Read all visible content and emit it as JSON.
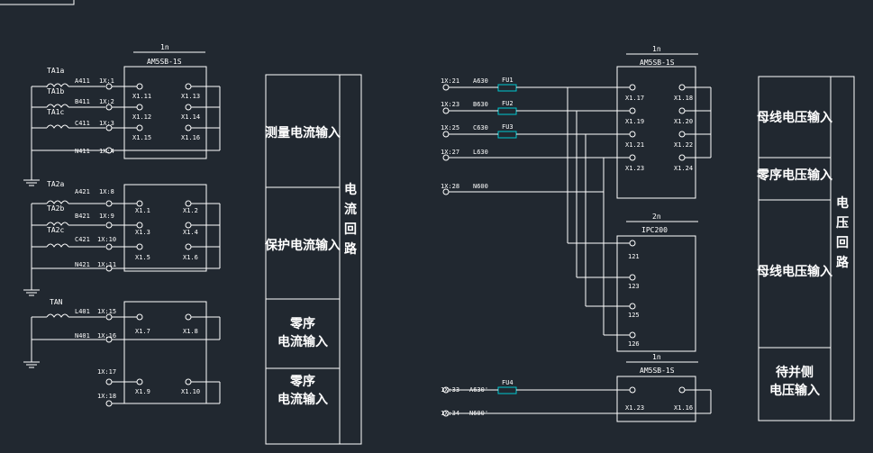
{
  "colors": {
    "background": "#212830",
    "line": "#ffffff",
    "fuse": "#00c8d0"
  },
  "left": {
    "device": {
      "number": "1n",
      "model": "AM5SB-1S"
    },
    "ct_labels": [
      "TA1a",
      "TA1b",
      "TA1c",
      "TA2a",
      "TA2b",
      "TA2c",
      "TAN"
    ],
    "wires": [
      "A411",
      "B411",
      "C411",
      "N411",
      "A421",
      "B421",
      "C421",
      "N421",
      "L401",
      "N401"
    ],
    "terminals": [
      "1X:1",
      "1X:2",
      "1X:3",
      "1X:4",
      "1X:8",
      "1X:9",
      "1X:10",
      "1X:11",
      "1X:15",
      "1X:16",
      "1X:17",
      "1X:18"
    ],
    "pins_left": [
      "X1.11",
      "X1.12",
      "X1.15",
      "X1.1",
      "X1.3",
      "X1.5",
      "X1.7",
      "X1.9"
    ],
    "pins_right": [
      "X1.13",
      "X1.14",
      "X1.16",
      "X1.2",
      "X1.4",
      "X1.6",
      "X1.8",
      "X1.10"
    ]
  },
  "left_table": {
    "side_title": "电流回路",
    "rows": [
      "测量电流输入",
      "保护电流输入",
      "零序\n电流输入",
      "零序\n电流输入"
    ]
  },
  "right": {
    "device1": {
      "number": "1n",
      "model": "AM5SB-1S"
    },
    "device2": {
      "number": "2n",
      "model": "IPC200"
    },
    "device3": {
      "number": "1n",
      "model": "AM5SB-1S"
    },
    "terminals": [
      "1X:21",
      "1X:23",
      "1X:25",
      "1X:27",
      "1X:28",
      "1X:33",
      "1X:34"
    ],
    "wires": [
      "A630",
      "B630",
      "C630",
      "L630",
      "N600",
      "A630'",
      "N600'"
    ],
    "fuses": [
      "FU1",
      "FU2",
      "FU3",
      "FU4"
    ],
    "pins_left": [
      "X1.17",
      "X1.19",
      "X1.21",
      "X1.23",
      "X1.23"
    ],
    "pins_right": [
      "X1.18",
      "X1.20",
      "X1.22",
      "X1.24",
      "X1.16"
    ],
    "ipc_pins": [
      "121",
      "123",
      "125",
      "126"
    ]
  },
  "right_table": {
    "side_title": "电压回路",
    "rows": [
      "母线电压输入",
      "零序电压输入",
      "母线电压输入",
      "待并侧\n电压输入"
    ]
  }
}
